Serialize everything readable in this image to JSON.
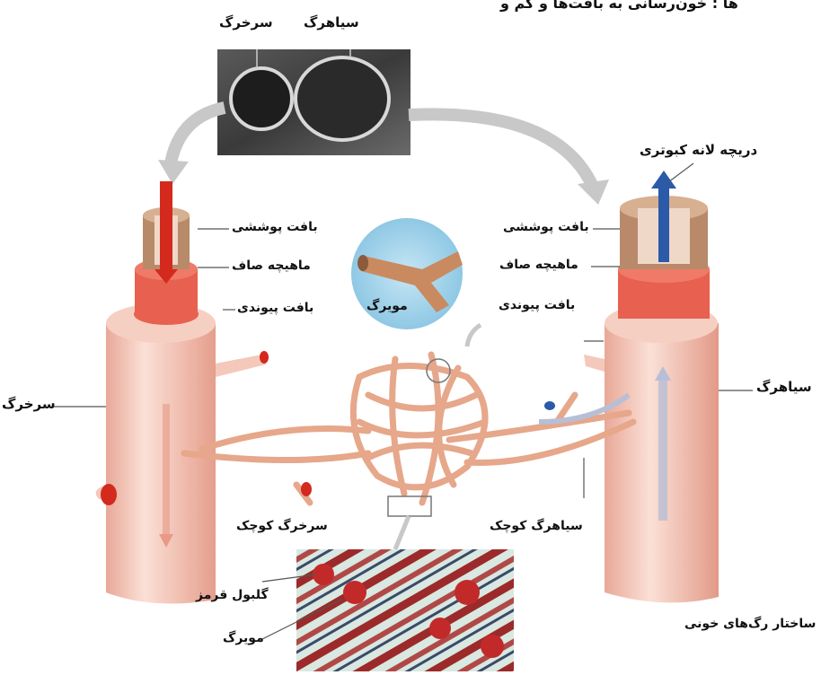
{
  "header_text": "ها : خون‌رسانی به بافت‌ها و کم و",
  "caption": "ساختار رگ‌های خونی",
  "labels": {
    "artery_top": "سرخرگ",
    "vein_top": "سیاهرگ",
    "valve": "دریچه لانه کبوتری",
    "epithelium_left": "بافت پوششی",
    "smooth_muscle_left": "ماهیچه صاف",
    "connective_left": "بافت پیوندی",
    "epithelium_right": "بافت پوششی",
    "smooth_muscle_right": "ماهیچه صاف",
    "connective_right": "بافت پیوندی",
    "capillary_circle": "مویرگ",
    "artery_side": "سرخرگ",
    "vein_side": "سیاهرگ",
    "arteriole": "سرخرگ کوچک",
    "venule": "سیاهرگ کوچک",
    "red_blood_cell": "گلبول قرمز",
    "capillary_bottom": "مویرگ"
  },
  "colors": {
    "vessel": "#f2c2b2",
    "muscle": "#e8604f",
    "epithelium": "#b88a6a",
    "artery_flow": "#d42a1e",
    "vein_flow": "#2a5aa8",
    "callout_bg": "#a9d6ec"
  }
}
